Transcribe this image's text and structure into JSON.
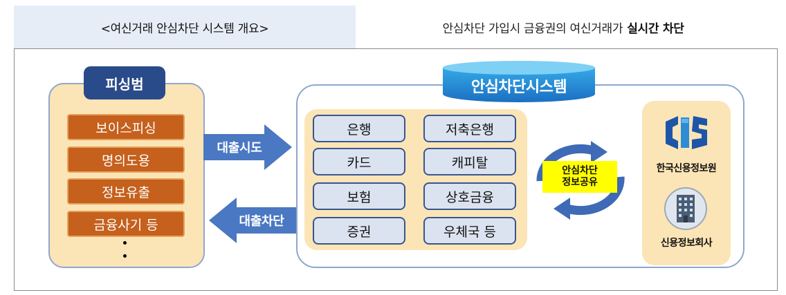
{
  "header": {
    "left_title": "<여신거래 안심차단 시스템 개요>",
    "right_text": "안심차단 가입시 금융권의 여신거래가",
    "right_emphasis": "실시간 차단"
  },
  "phishing": {
    "title": "피싱범",
    "items": [
      "보이스피싱",
      "명의도용",
      "정보유출",
      "금융사기 등"
    ],
    "ellipsis": [
      "·",
      "·"
    ]
  },
  "arrows": {
    "attempt": "대출시도",
    "block": "대출차단"
  },
  "system": {
    "title": "안심차단시스템",
    "institutions": [
      "은행",
      "저축은행",
      "카드",
      "캐피탈",
      "보험",
      "상호금융",
      "증권",
      "우체국 등"
    ],
    "cycle_label_line1": "안심차단",
    "cycle_label_line2": "정보공유",
    "agencies": [
      "한국신용정보원",
      "신용정보회사"
    ]
  },
  "colors": {
    "navy": "#2a4b8a",
    "orange": "#c5601d",
    "peach": "#fbe5b6",
    "arrow_blue": "#4a78c2",
    "yellow": "#ffff00",
    "light_blue_panel": "#e6edf7"
  },
  "icons": [
    "kcis-logo-icon",
    "office-building-icon"
  ]
}
